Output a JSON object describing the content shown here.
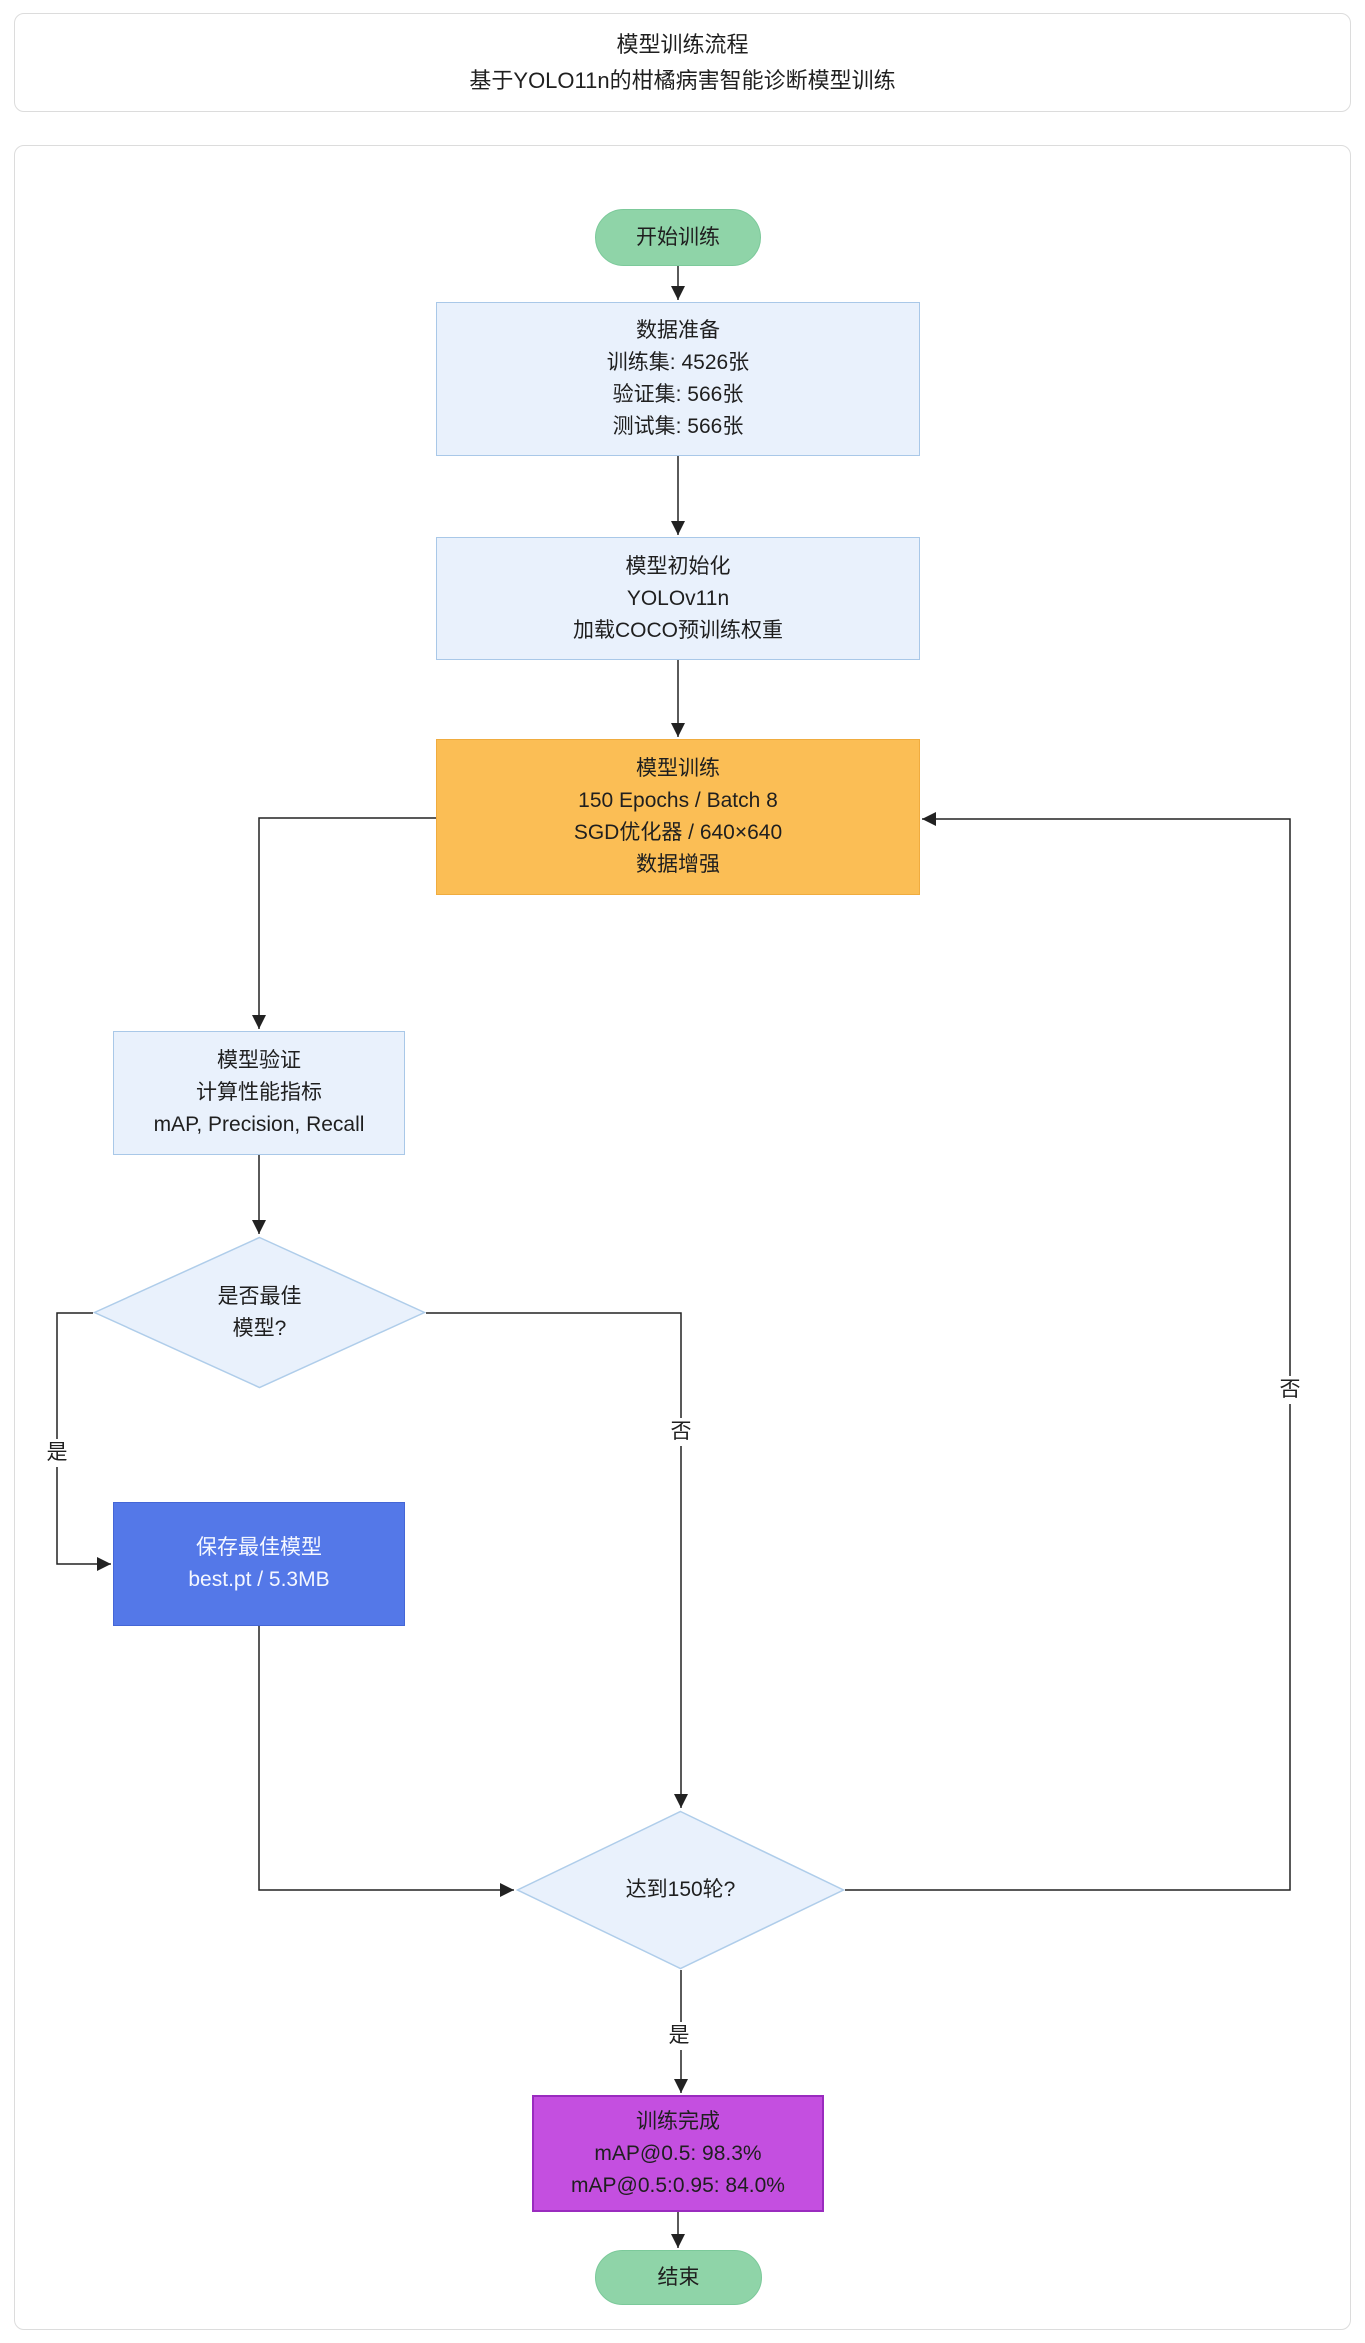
{
  "header": {
    "title_line1": "模型训练流程",
    "title_line2": "基于YOLO11n的柑橘病害智能诊断模型训练"
  },
  "flowchart": {
    "nodes": {
      "start": {
        "type": "terminal",
        "label": "开始训练"
      },
      "data_prep": {
        "type": "process",
        "lines": [
          "数据准备",
          "训练集: 4526张",
          "验证集: 566张",
          "测试集: 566张"
        ]
      },
      "model_init": {
        "type": "process",
        "lines": [
          "模型初始化",
          "YOLOv11n",
          "加载COCO预训练权重"
        ]
      },
      "training": {
        "type": "process-highlight",
        "lines": [
          "模型训练",
          "150 Epochs / Batch 8",
          "SGD优化器 / 640×640",
          "数据增强"
        ]
      },
      "validation": {
        "type": "process",
        "lines": [
          "模型验证",
          "计算性能指标",
          "mAP, Precision, Recall"
        ]
      },
      "best_model_decision": {
        "type": "decision",
        "lines": [
          "是否最佳",
          "模型?"
        ]
      },
      "save_best": {
        "type": "process-accent",
        "lines": [
          "保存最佳模型",
          "best.pt / 5.3MB"
        ]
      },
      "epoch_decision": {
        "type": "decision",
        "lines": [
          "达到150轮?"
        ]
      },
      "complete": {
        "type": "process-result",
        "lines": [
          "训练完成",
          "mAP@0.5: 98.3%",
          "mAP@0.5:0.95: 84.0%"
        ]
      },
      "end": {
        "type": "terminal",
        "label": "结束"
      }
    },
    "edge_labels": {
      "best_yes": "是",
      "best_no": "否",
      "epoch_no": "否",
      "epoch_yes": "是"
    },
    "edges": [
      {
        "from": "start",
        "to": "data_prep",
        "label": ""
      },
      {
        "from": "data_prep",
        "to": "model_init",
        "label": ""
      },
      {
        "from": "model_init",
        "to": "training",
        "label": ""
      },
      {
        "from": "training",
        "to": "validation",
        "label": ""
      },
      {
        "from": "validation",
        "to": "best_model_decision",
        "label": ""
      },
      {
        "from": "best_model_decision",
        "to": "save_best",
        "label": "是"
      },
      {
        "from": "best_model_decision",
        "to": "epoch_decision",
        "label": "否"
      },
      {
        "from": "save_best",
        "to": "epoch_decision",
        "label": ""
      },
      {
        "from": "epoch_decision",
        "to": "training",
        "label": "否"
      },
      {
        "from": "epoch_decision",
        "to": "complete",
        "label": "是"
      },
      {
        "from": "complete",
        "to": "end",
        "label": ""
      }
    ],
    "colors": {
      "terminal_fill": "#8FD4A8",
      "process_fill": "#E9F1FC",
      "process_border": "#A9C8E8",
      "training_fill": "#FBBE55",
      "save_fill": "#5478E8",
      "save_text": "#F4F7FF",
      "complete_fill": "#C44FE0",
      "complete_border": "#9A2BBF",
      "connector": "#222222"
    }
  }
}
